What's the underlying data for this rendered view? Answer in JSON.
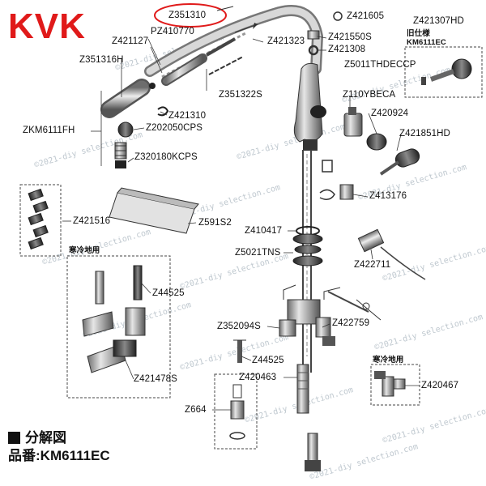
{
  "brand": "KVK",
  "title": {
    "heading": "分解図",
    "model_prefix": "品番:",
    "model": "KM6111EC"
  },
  "watermark": "©2021-diy selection.com",
  "region_labels": {
    "cold_left": "寒冷地用",
    "cold_right": "寒冷地用",
    "old_spec_line1": "旧仕様",
    "old_spec_line2": "KM6111EC"
  },
  "parts": {
    "Z351310": "Z351310",
    "Z421605": "Z421605",
    "Z421307HD": "Z421307HD",
    "PZ410770": "PZ410770",
    "Z421127": "Z421127",
    "Z421323": "Z421323",
    "Z421550S": "Z421550S",
    "Z421308": "Z421308",
    "Z351316H": "Z351316H",
    "Z5011THDECCP": "Z5011THDECCP",
    "Z351322S": "Z351322S",
    "Z110YBECA": "Z110YBECA",
    "Z421310": "Z421310",
    "Z420924": "Z420924",
    "ZKM6111FH": "ZKM6111FH",
    "Z202050CPS": "Z202050CPS",
    "Z421851HD": "Z421851HD",
    "Z320180KCPS": "Z320180KCPS",
    "Z413176": "Z413176",
    "Z421516": "Z421516",
    "Z591S2": "Z591S2",
    "Z410417": "Z410417",
    "Z5021TNS": "Z5021TNS",
    "Z422711": "Z422711",
    "Z44525_a": "Z44525",
    "Z352094S": "Z352094S",
    "Z422759": "Z422759",
    "Z44525_b": "Z44525",
    "Z421478S": "Z421478S",
    "Z420463": "Z420463",
    "Z420467": "Z420467",
    "Z664": "Z664"
  }
}
